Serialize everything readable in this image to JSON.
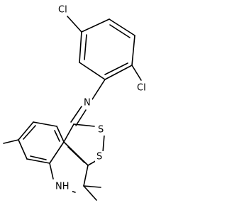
{
  "structure": {
    "atoms": {
      "cl_top": "Cl",
      "cl_right": "Cl",
      "n_imine": "N",
      "s_upper": "S",
      "s_lower": "S",
      "nh": "NH"
    }
  }
}
